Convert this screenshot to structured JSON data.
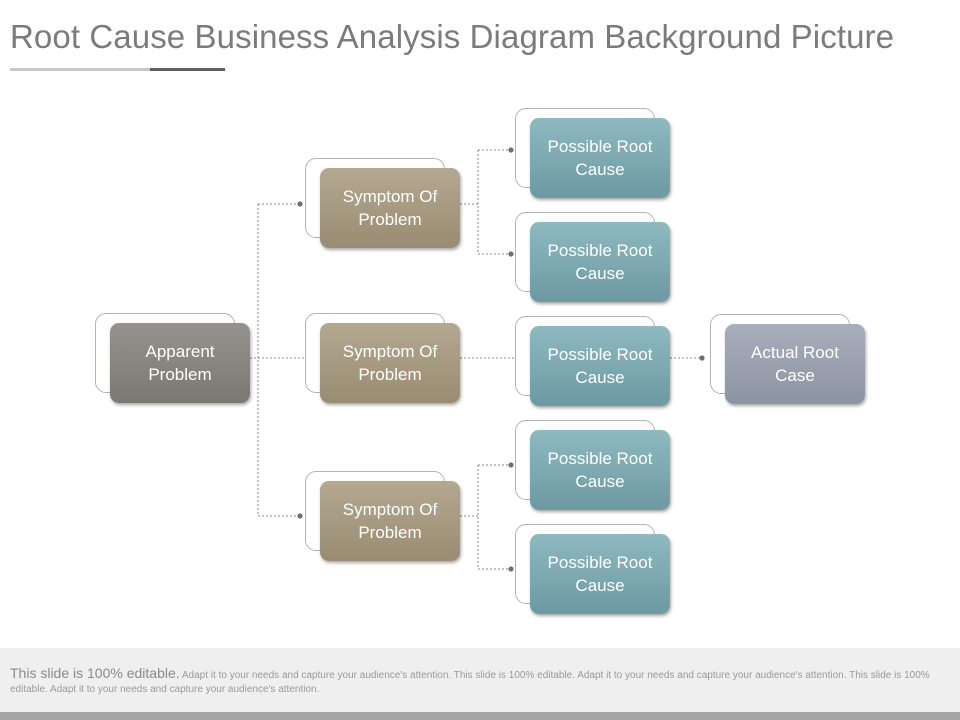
{
  "title": "Root Cause Business Analysis Diagram Background Picture",
  "diagram": {
    "apparent_problem": "Apparent Problem",
    "symptoms": [
      "Symptom Of Problem",
      "Symptom Of Problem",
      "Symptom Of Problem"
    ],
    "possible_causes": [
      "Possible Root Cause",
      "Possible Root Cause",
      "Possible Root Cause",
      "Possible Root Cause",
      "Possible Root Cause"
    ],
    "actual_root": "Actual Root Case"
  },
  "footer": {
    "lead": "This slide is 100% editable.",
    "body": " Adapt it to your needs and capture your audience's attention. This slide is 100% editable. Adapt it to your needs and capture your audience's attention. This slide is 100% editable. Adapt it to your needs and capture your audience's attention."
  },
  "colors": {
    "apparent": "#86857e",
    "symptom": "#a79b82",
    "possible": "#7ea9b0",
    "actual": "#9aa0ae"
  }
}
